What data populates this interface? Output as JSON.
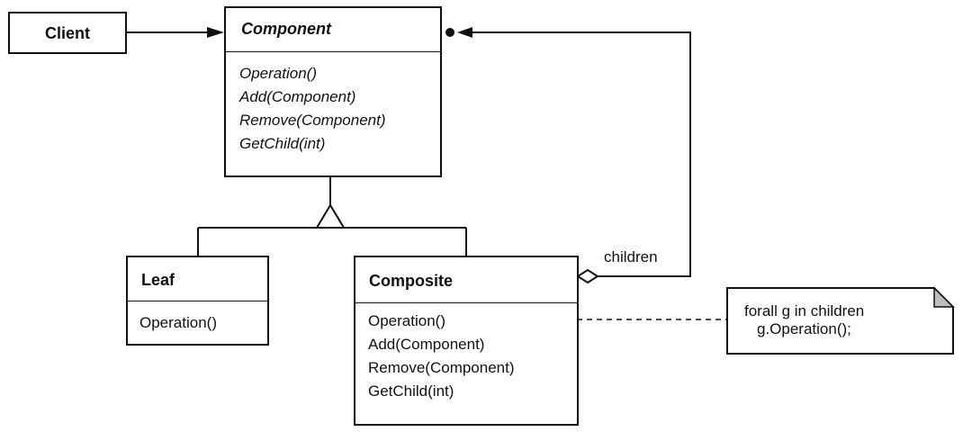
{
  "client": {
    "title": "Client"
  },
  "component": {
    "title": "Component",
    "operations": [
      "Operation()",
      "Add(Component)",
      "Remove(Component)",
      "GetChild(int)"
    ]
  },
  "leaf": {
    "title": "Leaf",
    "operations": [
      "Operation()"
    ]
  },
  "composite": {
    "title": "Composite",
    "operations": [
      "Operation()",
      "Add(Component)",
      "Remove(Component)",
      "GetChild(int)"
    ]
  },
  "association": {
    "label": "children"
  },
  "note": {
    "line1": "forall g in children",
    "line2": "g.Operation();"
  }
}
